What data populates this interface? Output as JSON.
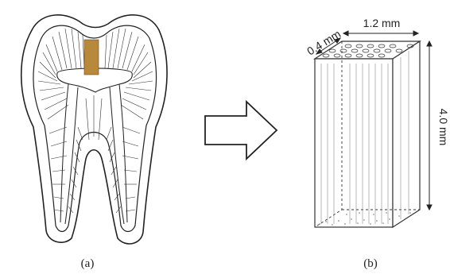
{
  "panels": [
    {
      "caption": "(a)"
    },
    {
      "caption": "(b)"
    }
  ],
  "dimensions": {
    "thickness": "0.4 mm",
    "width": "1.2 mm",
    "height": "4.0 mm"
  },
  "colors": {
    "line": "#222222",
    "sample_strip": "#b8893a",
    "background": "#ffffff"
  }
}
